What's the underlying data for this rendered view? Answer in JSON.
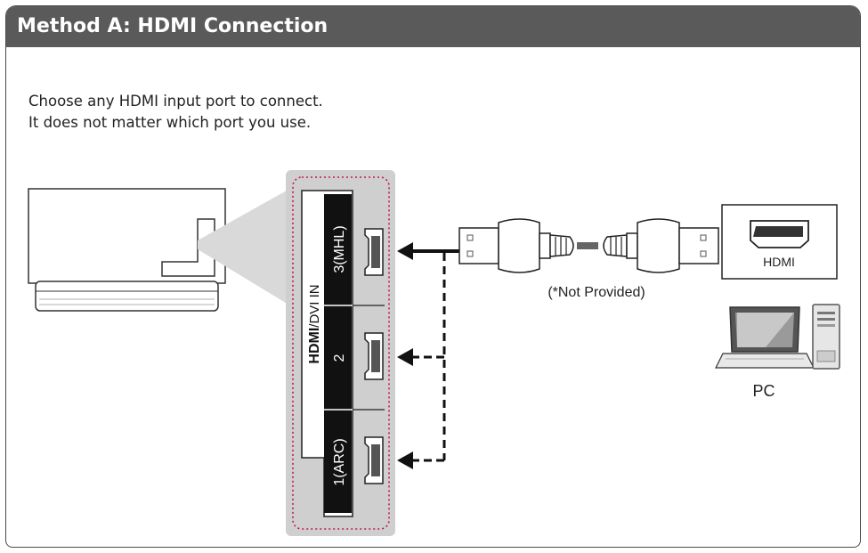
{
  "title": "Method A: HDMI Connection",
  "instructions": [
    "Choose any HDMI input port to connect.",
    "It does not matter which port you use."
  ],
  "panel": {
    "brand_text": "HDMI",
    "heading_suffix": "/DVI IN",
    "ports": [
      "3(MHL)",
      "2",
      "1(ARC)"
    ]
  },
  "cable_note": "(*Not Provided)",
  "device_port_label": "HDMI",
  "device_label": "PC",
  "colors": {
    "title_bar": "#5a5a5a",
    "panel_bg": "#cfcfcf",
    "dotted_outline": "#c2185b",
    "port_column": "#111111"
  }
}
